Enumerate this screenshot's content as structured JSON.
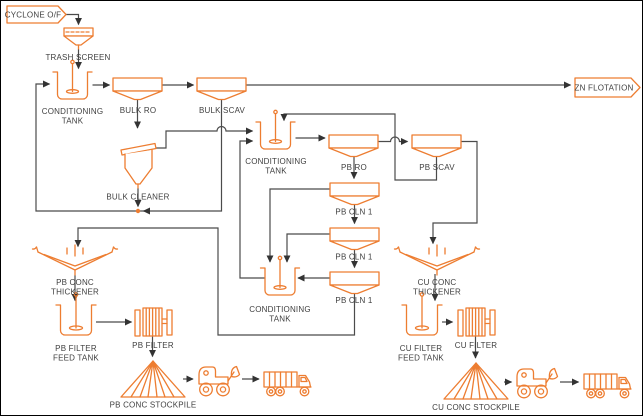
{
  "colors": {
    "equipment_outline": "#ED7D31",
    "stream_line": "#4b4b4b",
    "label_text": "#3f3f3f",
    "background": "#ffffff"
  },
  "nodes": {
    "cyclone_of": {
      "label": "CYCLONE O/F"
    },
    "trash_screen": {
      "label": "TRASH SCREEN"
    },
    "conditioning_tank_1": {
      "lines": [
        "CONDITIONING",
        "TANK"
      ]
    },
    "bulk_ro": {
      "label": "BULK RO"
    },
    "bulk_scav": {
      "label": "BULK SCAV"
    },
    "zn_flotation": {
      "label": "ZN FLOTATION"
    },
    "bulk_cleaner": {
      "label": "BULK CLEANER"
    },
    "conditioning_tank_2": {
      "lines": [
        "CONDITIONING",
        "TANK"
      ]
    },
    "pb_ro": {
      "label": "PB RO"
    },
    "pb_scav": {
      "label": "PB SCAV"
    },
    "pb_cln_1a": {
      "label": "PB CLN 1"
    },
    "pb_cln_1b": {
      "label": "PB CLN 1"
    },
    "pb_cln_1c": {
      "label": "PB CLN 1"
    },
    "conditioning_tank_3": {
      "lines": [
        "CONDITIONING",
        "TANK"
      ]
    },
    "pb_conc_thickener": {
      "lines": [
        "PB CONC",
        "THICKENER"
      ]
    },
    "pb_filter_feed_tank": {
      "lines": [
        "PB FILTER",
        "FEED TANK"
      ]
    },
    "pb_filter": {
      "label": "PB FILTER"
    },
    "pb_conc_stockpile": {
      "label": "PB CONC STOCKPILE"
    },
    "cu_conc_thickener": {
      "lines": [
        "CU CONC",
        "THICKENER"
      ]
    },
    "cu_filter_feed_tank": {
      "lines": [
        "CU FILTER",
        "FEED TANK"
      ]
    },
    "cu_filter": {
      "label": "CU FILTER"
    },
    "cu_conc_stockpile": {
      "label": "CU CONC STOCKPILE"
    }
  }
}
